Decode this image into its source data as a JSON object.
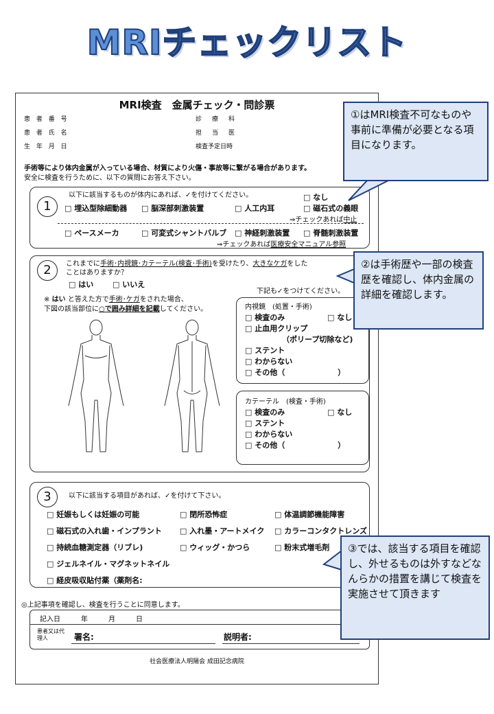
{
  "title": "MRIチェックリスト",
  "form": {
    "heading": "MRI検査　金属チェック・問診票",
    "patient_no": "患 者 番 号",
    "dept": "診　療　科",
    "patient_name": "患 者 氏 名",
    "staff": "担　当　医",
    "birth": "生 年 月 日",
    "exam_date": "検査予定日時",
    "warning": "手術等により体内金属が入っている場合、材質により火傷・事故等に繋がる場合があります。",
    "warning2": "安全に検査を行うために、以下の質問にお答え下さい。",
    "s1": {
      "num": "1",
      "instr": "以下に該当するものが体内にあれば、✓を付けてください。",
      "none": "□ なし",
      "items_a": [
        "□ 埋込型除細動器",
        "□ 脳深部刺激装置",
        "□ 人工内耳",
        "□ 磁石式の義眼"
      ],
      "note_a_pre": "⇒チェックあれば",
      "note_a_link": "中止",
      "items_b": [
        "□ ペースメーカ",
        "□ 可変式シャントバルブ",
        "□ 神経刺激装置",
        "□ 脊髄刺激装置"
      ],
      "note_b_pre": "⇒チェックあれば",
      "note_b_link": "医療安全マニュアル参照"
    },
    "s2": {
      "num": "2",
      "q_pre": "これまでに",
      "q_link1": "手術･内視鏡･カテーテル(検査･手術)",
      "q_mid": "を受けたり、",
      "q_link2": "大きなケガ",
      "q_post": "をした",
      "q_line2": "ことはありますか？",
      "yes": "□ はい",
      "no": "□ いいえ",
      "note1_pre": "※ ",
      "note1_b": "はい",
      "note1_mid": " と答えた方で",
      "note1_link": "手術･ケガ",
      "note1_post": "をされた場合、",
      "note2_pre": "下図の該当部位に",
      "note2_b": "○で囲み詳細を記載",
      "note2_post": "してください。",
      "right_note": "下記も✓をつけてください。",
      "endo_title": "内視鏡　(処置・手術)",
      "endo_items": [
        "□ 検査のみ",
        "□ 止血用クリップ",
        "（ポリープ切除など)",
        "□ ステント",
        "□ わからない",
        "□ その他（　　　　　　　）"
      ],
      "endo_none": "□ なし",
      "cath_title": "カテーテル　(検査・手術)",
      "cath_items": [
        "□ 検査のみ",
        "□ ステント",
        "□ わからない",
        "□ その他（　　　　　　　）"
      ],
      "cath_none": "□ なし"
    },
    "s3": {
      "num": "3",
      "instr": "以下に該当する項目があれば、✓を付けて下さい。",
      "rows": [
        [
          "□ 妊娠もしくは妊娠の可能",
          "□ 閉所恐怖症",
          "□ 体温調節機能障害"
        ],
        [
          "□ 磁石式の入れ歯・インプラント",
          "□ 入れ墨・アートメイク",
          "□ カラーコンタクトレンズ"
        ],
        [
          "□ 持続血糖測定器（リブレ)",
          "□ ウィッグ・かつら",
          "□ 粉末式増毛剤"
        ],
        [
          "□ ジェルネイル・マグネットネイル",
          "",
          ""
        ],
        [
          "□ 経皮吸収貼付薬（薬剤名:",
          "",
          ""
        ]
      ]
    },
    "consent": "◎上記事項を確認し、検査を行うことに同意します。",
    "date_row": "記入日　　　年　　　月　　　日",
    "agent_label": "患者又は代理人",
    "sign": "署名:",
    "explainer": "説明者:",
    "hospital": "社会医療法人明陽会 成田記念病院"
  },
  "callouts": {
    "c1": "①はMRI検査不可なものや事前に準備が必要となる項目になります。",
    "c2": "②は手術歴や一部の検査歴を確認し、体内金属の詳細を確認します。",
    "c3": "③では、該当する項目を確認し、外せるものは外すなどなんらかの措置を講じて検査を実施させて頂きます"
  }
}
